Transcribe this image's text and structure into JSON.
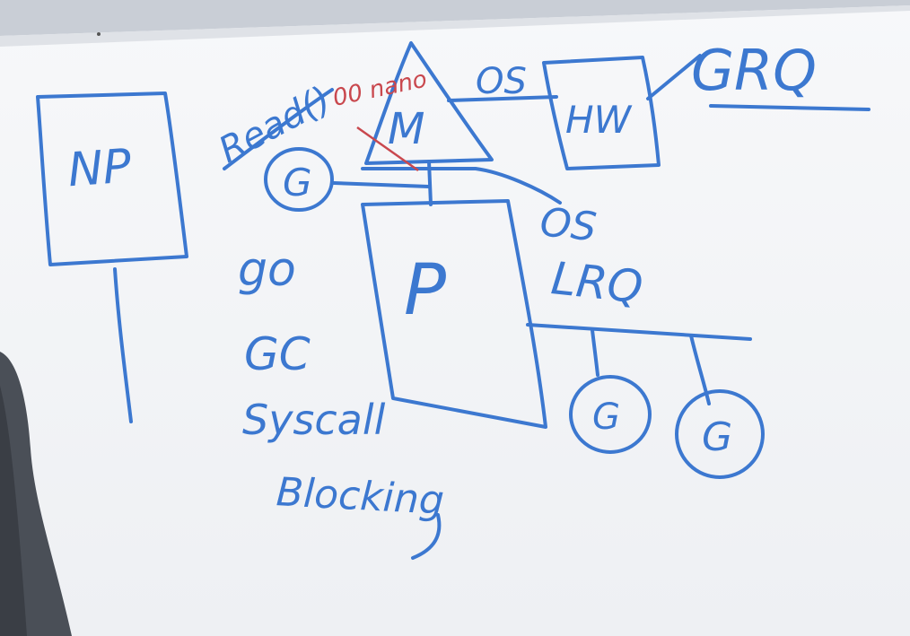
{
  "whiteboard": {
    "ink_blue": "#3c78d0",
    "ink_red": "#c9484e",
    "labels": {
      "np": "NP",
      "read": "Read()",
      "nanos": "00 nano",
      "m": "M",
      "os_top": "OS",
      "hw": "HW",
      "grq": "GRQ",
      "g_top": "G",
      "os_mid": "OS",
      "lrq": "LRQ",
      "p": "P",
      "go": "go",
      "gc": "GC",
      "syscall": "Syscall",
      "blocking": "Blocking",
      "g_left": "G",
      "g_right": "G"
    }
  }
}
